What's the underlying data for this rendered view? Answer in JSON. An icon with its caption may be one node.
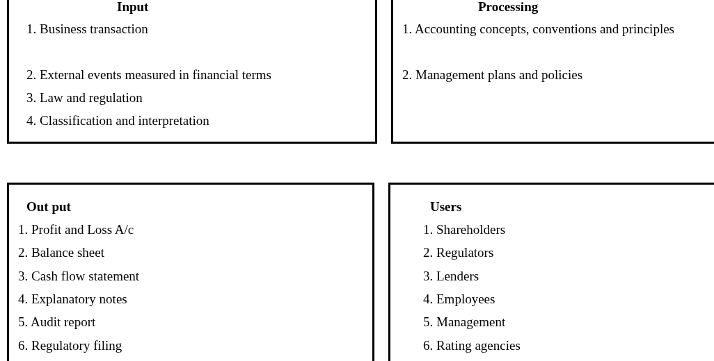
{
  "diagram": {
    "nodes": [
      {
        "text": [
          "Input",
          "1. Business transaction",
          "2. External events measured in financial terms",
          "3. Law and regulation",
          "4. Classification and interpretation"
        ]
      },
      {
        "text": [
          "Processing",
          "1. Accounting concepts, conventions and principles",
          "2. Management plans and policies"
        ]
      },
      {
        "text": [
          "Out put",
          "1. Profit and Loss A/c",
          "2. Balance sheet",
          "3. Cash flow statement",
          "4. Explanatory notes",
          "5. Audit report",
          "6. Regulatory filing"
        ]
      },
      {
        "text": [
          "Users",
          "1. Shareholders",
          "2. Regulators",
          "3. Lenders",
          "4. Employees",
          "5. Management",
          "6. Rating agencies"
        ]
      }
    ]
  }
}
